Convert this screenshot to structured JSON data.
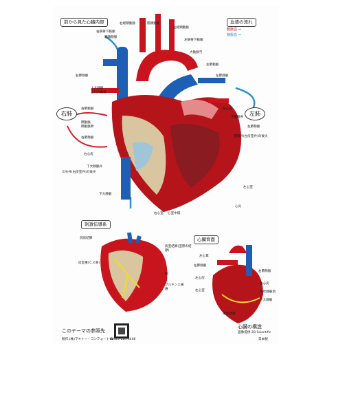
{
  "main": {
    "section_title": "前から見た心臓内部",
    "labels_top": [
      "右総頸動脈",
      "腕頭動脈",
      "左総頸動脈",
      "右鎖骨下動脈",
      "腕頭静脈",
      "左鎖骨下動脈",
      "大動脈弓"
    ],
    "labels_left": [
      "右肺静脈",
      "上大静脈",
      "上行大動脈",
      "右肺動脈",
      "肺動脈",
      "肺動脈幹",
      "右肺静脈",
      "右心房",
      "下大静脈弁",
      "三尖弁(右房室弁)の後尖",
      "下大静脈"
    ],
    "labels_right": [
      "左肺動脈",
      "左肺静脈",
      "左心房",
      "大動脈弁",
      "左肺静脈",
      "僧帽弁(左房室弁)の後尖",
      "左心室",
      "心尖"
    ],
    "labels_bottom": [
      "右心室",
      "心室中隔"
    ],
    "lung_right": "右肺",
    "lung_left": "左肺"
  },
  "legend": {
    "title": "血液の流れ",
    "arterial": "動脈血",
    "venous": "静脈血",
    "arterial_color": "#d4202a",
    "venous_color": "#2d8fd2"
  },
  "conduction": {
    "title": "刺激伝導系",
    "labels": [
      "洞房結節",
      "房室束(ヒス束)",
      "房室結節(田原の結節)",
      "脚",
      "プルキンエ線維"
    ]
  },
  "back": {
    "title": "心臓背面",
    "labels_left": [
      "左心耳",
      "左肺静脈",
      "左心房",
      "左心室"
    ],
    "labels_right": [
      "右肺静脈",
      "右心房",
      "冠状静脈洞",
      "下大静脈"
    ],
    "bottom": "後室間溝"
  },
  "footer": {
    "reference": "このテーマの参照先",
    "maker": "製作:(株)マキトー・コンフォート☎025-284-6406",
    "product_title": "心臓の構造",
    "credit": "画像提供:3B Scientific",
    "origin": "日本製"
  }
}
